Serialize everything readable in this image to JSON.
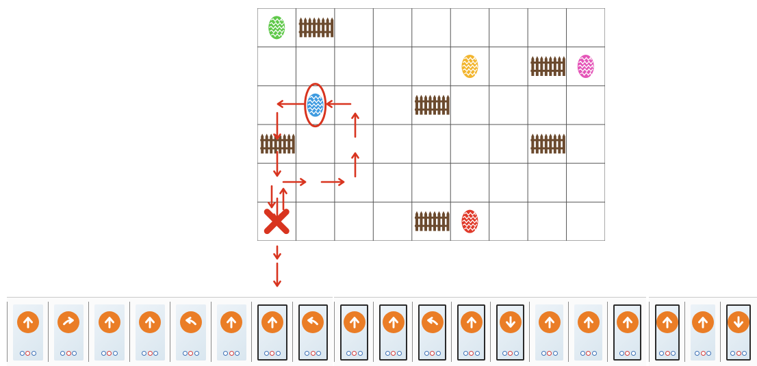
{
  "board": {
    "rows": 6,
    "cols": 9,
    "cells": [
      {
        "row": 1,
        "col": 1,
        "item": "egg",
        "color": "#5fc84a"
      },
      {
        "row": 1,
        "col": 2,
        "item": "fence"
      },
      {
        "row": 2,
        "col": 6,
        "item": "egg",
        "color": "#f2b52e"
      },
      {
        "row": 2,
        "col": 8,
        "item": "fence"
      },
      {
        "row": 2,
        "col": 9,
        "item": "egg",
        "color": "#e455b8"
      },
      {
        "row": 3,
        "col": 2,
        "item": "egg",
        "color": "#3e9be0",
        "highlighted": true
      },
      {
        "row": 3,
        "col": 5,
        "item": "fence"
      },
      {
        "row": 4,
        "col": 1,
        "item": "fence"
      },
      {
        "row": 4,
        "col": 8,
        "item": "fence"
      },
      {
        "row": 6,
        "col": 5,
        "item": "fence"
      },
      {
        "row": 6,
        "col": 6,
        "item": "egg",
        "color": "#e03a2a"
      }
    ],
    "error_marker": {
      "row": 6,
      "col": 1,
      "icon": "cross-icon"
    }
  },
  "colors": {
    "route": "#d8341f",
    "grid_line": "#555555",
    "card_disc": "#ea7d26",
    "fence": "#6b4a2e"
  },
  "cards": {
    "strips": [
      {
        "name": "strip-1",
        "commands": [
          "forward",
          "right",
          "forward",
          "forward",
          "left",
          "forward",
          "forward",
          "left"
        ]
      },
      {
        "name": "strip-2",
        "commands": [
          "forward",
          "forward",
          "left",
          "forward",
          "backward",
          "forward",
          "forward",
          "forward"
        ]
      },
      {
        "name": "strip-3",
        "commands": [
          "forward",
          "forward",
          "backward"
        ]
      }
    ]
  }
}
